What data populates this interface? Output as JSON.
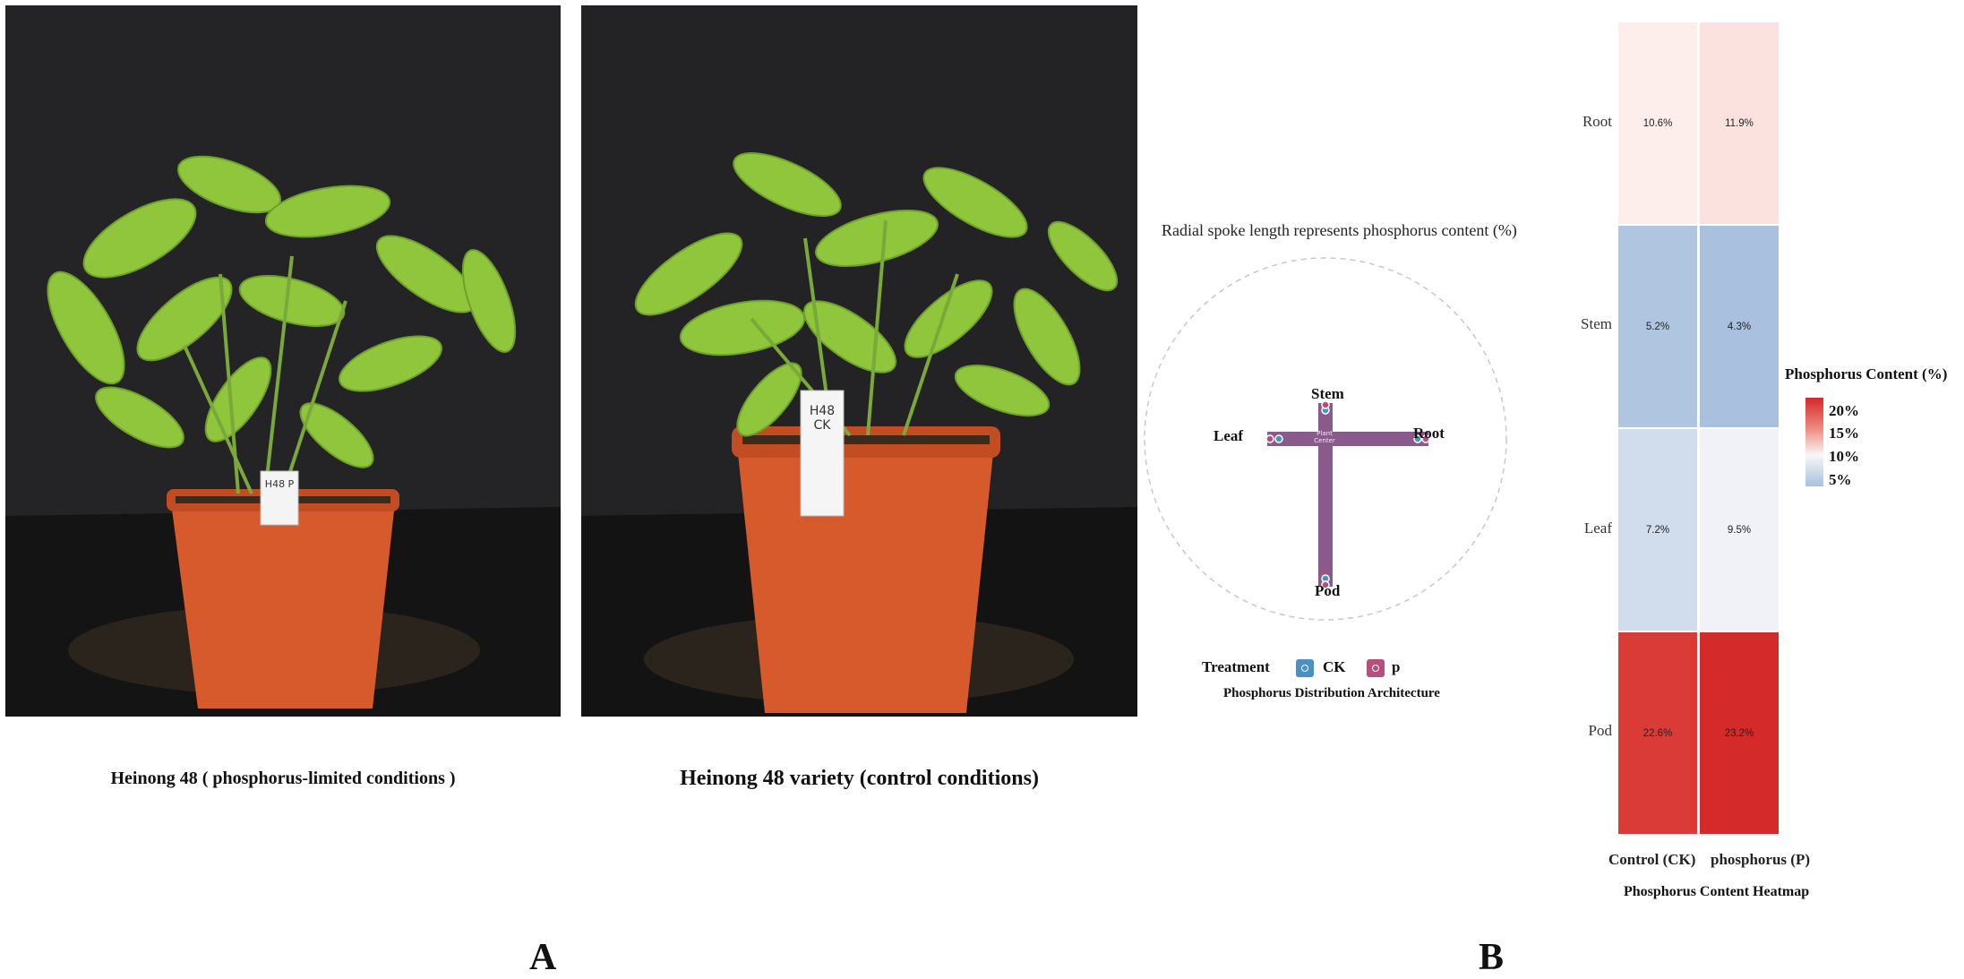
{
  "panel_a": {
    "photo_left_caption": "Heinong 48 ( phosphorus-limited conditions )",
    "photo_left_tag": "H48 P",
    "photo_right_caption": "Heinong 48 variety (control conditions)",
    "photo_right_tag": "H48 CK",
    "letter": "A"
  },
  "panel_b": {
    "letter": "B",
    "radial": {
      "title": "Radial spoke length represents phosphorus content (%)",
      "center_label": "Plant Center",
      "spokes": [
        "Stem",
        "Leaf",
        "Root",
        "Pod"
      ],
      "legend_title": "Treatment",
      "legend_items": [
        {
          "name": "CK",
          "color": "#4a90c4"
        },
        {
          "name": "p",
          "color": "#b5507a"
        }
      ],
      "subtitle": "Phosphorus Distribution Architecture"
    },
    "heatmap": {
      "rows": [
        "Root",
        "Stem",
        "Leaf",
        "Pod"
      ],
      "columns": [
        "Control (CK)",
        "phosphorus (P)"
      ],
      "cells": [
        [
          "10.6%",
          "11.9%"
        ],
        [
          "5.2%",
          "4.3%"
        ],
        [
          "7.2%",
          "9.5%"
        ],
        [
          "22.6%",
          "23.2%"
        ]
      ],
      "legend_title": "Phosphorus Content (%)",
      "legend_ticks": [
        "20%",
        "15%",
        "10%",
        "5%"
      ],
      "subtitle": "Phosphorus Content Heatmap"
    }
  },
  "chart_data": [
    {
      "type": "bar",
      "title": "Radial spoke length represents phosphorus content (%)",
      "categories": [
        "Stem",
        "Leaf",
        "Root",
        "Pod"
      ],
      "series": [
        {
          "name": "CK",
          "values": [
            5.2,
            7.2,
            10.6,
            22.6
          ]
        },
        {
          "name": "p",
          "values": [
            4.3,
            9.5,
            11.9,
            23.2
          ]
        }
      ],
      "xlabel": "",
      "ylabel": "",
      "legend": "bottom"
    },
    {
      "type": "heatmap",
      "title": "Phosphorus Content Heatmap",
      "rows": [
        "Root",
        "Stem",
        "Leaf",
        "Pod"
      ],
      "columns": [
        "Control (CK)",
        "phosphorus (P)"
      ],
      "values": [
        [
          10.6,
          11.9
        ],
        [
          5.2,
          4.3
        ],
        [
          7.2,
          9.5
        ],
        [
          22.6,
          23.2
        ]
      ],
      "colorbar_label": "Phosphorus Content (%)",
      "colorbar_ticks": [
        20,
        15,
        10,
        5
      ],
      "color_low": "#a9c0de",
      "color_mid": "#f7f7f7",
      "color_high": "#d42a2a"
    }
  ]
}
